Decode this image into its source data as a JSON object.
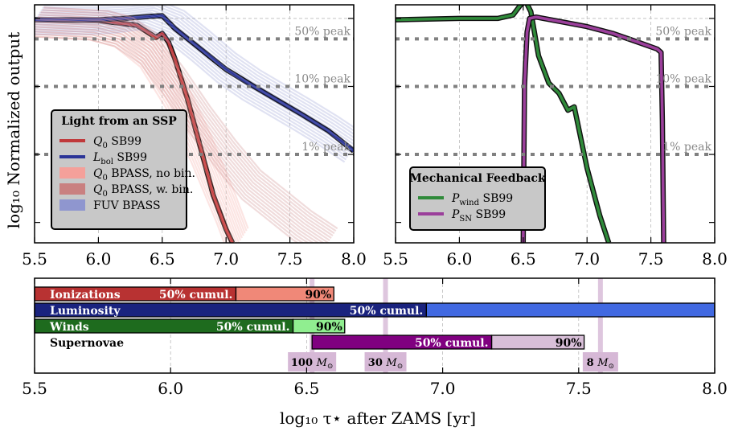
{
  "chart_data": [
    {
      "type": "line",
      "panel": "luminosity",
      "xlim": [
        5.5,
        8.0
      ],
      "ylim": [
        -3.3,
        0.2
      ],
      "ylabel": "log₁₀ Normalized output",
      "x_ticks": [
        "5.5",
        "6.0",
        "6.5",
        "7.0",
        "7.5",
        "8.0"
      ],
      "x_tick_values": [
        5.5,
        6.0,
        6.5,
        7.0,
        7.5,
        8.0
      ],
      "peak_lines": [
        {
          "label": "50% peak",
          "value": -0.301
        },
        {
          "label": "10% peak",
          "value": -1.0
        },
        {
          "label": "1% peak",
          "value": -2.0
        }
      ],
      "legend": {
        "title": "Light from an SSP",
        "entries": [
          {
            "label_main": "Q",
            "label_sub": "0",
            "label_rest": " SB99",
            "color": "#c0393b",
            "style": "line"
          },
          {
            "label_main": "L",
            "label_sub": "bol",
            "label_rest": " SB99",
            "color": "#2b3497",
            "style": "line"
          },
          {
            "label_main": "Q",
            "label_sub": "0",
            "label_rest": " BPASS, no bin.",
            "color": "#f4a09a",
            "style": "patch"
          },
          {
            "label_main": "Q",
            "label_sub": "0",
            "label_rest": " BPASS, w. bin.",
            "color": "#c98080",
            "style": "patch"
          },
          {
            "label_main": "",
            "label_sub": "",
            "label_rest": "FUV BPASS",
            "color": "#8f96cf",
            "style": "patch"
          }
        ]
      },
      "series": [
        {
          "name": "Q0 SB99",
          "color": "#c0393b",
          "x": [
            5.5,
            6.0,
            6.3,
            6.45,
            6.5,
            6.55,
            6.6,
            6.7,
            6.8,
            6.9,
            7.0,
            7.05
          ],
          "y": [
            -0.02,
            -0.03,
            -0.1,
            -0.28,
            -0.22,
            -0.35,
            -0.6,
            -1.2,
            -1.9,
            -2.6,
            -3.1,
            -3.3
          ]
        },
        {
          "name": "Lbol SB99",
          "color": "#2b3497",
          "x": [
            5.5,
            6.0,
            6.2,
            6.4,
            6.5,
            6.6,
            6.8,
            7.0,
            7.2,
            7.4,
            7.6,
            7.8,
            8.0
          ],
          "y": [
            -0.02,
            -0.02,
            0.0,
            0.03,
            0.04,
            -0.15,
            -0.45,
            -0.75,
            -0.98,
            -1.2,
            -1.42,
            -1.65,
            -1.95
          ]
        },
        {
          "name": "Q0 BPASS, no bin.",
          "color": "#f4a09a",
          "x": [
            5.5,
            6.0,
            6.2,
            6.4,
            6.6,
            6.8,
            7.0,
            7.1
          ],
          "y": [
            -0.05,
            -0.1,
            -0.2,
            -0.5,
            -1.1,
            -1.9,
            -2.8,
            -3.3
          ]
        },
        {
          "name": "Q0 BPASS, w. bin.",
          "color": "#c98080",
          "x": [
            5.5,
            6.0,
            6.2,
            6.4,
            6.6,
            6.8,
            7.0,
            7.2,
            7.4,
            7.6,
            7.8
          ],
          "y": [
            -0.05,
            -0.1,
            -0.2,
            -0.45,
            -0.95,
            -1.5,
            -2.0,
            -2.45,
            -2.75,
            -3.05,
            -3.3
          ]
        },
        {
          "name": "FUV BPASS",
          "color": "#8f96cf",
          "x": [
            5.5,
            6.0,
            6.2,
            6.4,
            6.6,
            6.8,
            7.0,
            7.2,
            7.4,
            7.6,
            7.8,
            8.0
          ],
          "y": [
            -0.02,
            -0.02,
            0.0,
            0.05,
            -0.1,
            -0.4,
            -0.72,
            -0.98,
            -1.2,
            -1.42,
            -1.65,
            -1.9
          ]
        }
      ]
    },
    {
      "type": "line",
      "panel": "mechanical",
      "xlim": [
        5.5,
        8.0
      ],
      "ylim": [
        -3.3,
        0.2
      ],
      "x_ticks": [
        "5.5",
        "6.0",
        "6.5",
        "7.0",
        "7.5",
        "8.0"
      ],
      "x_tick_values": [
        5.5,
        6.0,
        6.5,
        7.0,
        7.5,
        8.0
      ],
      "peak_lines": [
        {
          "label": "50% peak",
          "value": -0.301
        },
        {
          "label": "10% peak",
          "value": -1.0
        },
        {
          "label": "1% peak",
          "value": -2.0
        }
      ],
      "legend": {
        "title": "Mechanical Feedback",
        "entries": [
          {
            "label_main": "P",
            "label_sub": "wind",
            "label_rest": " SB99",
            "color": "#2f8a3a",
            "style": "line"
          },
          {
            "label_main": "P",
            "label_sub": "SN",
            "label_rest": " SB99",
            "color": "#9b3f9b",
            "style": "line"
          }
        ]
      },
      "series": [
        {
          "name": "P_wind SB99",
          "color": "#2f8a3a",
          "x": [
            5.5,
            6.0,
            6.3,
            6.42,
            6.48,
            6.52,
            6.56,
            6.62,
            6.7,
            6.78,
            6.85,
            6.9,
            7.0,
            7.1,
            7.17
          ],
          "y": [
            -0.02,
            -0.0,
            0.0,
            0.05,
            0.2,
            0.25,
            0.1,
            -0.55,
            -0.95,
            -1.1,
            -1.35,
            -1.3,
            -2.2,
            -2.9,
            -3.3
          ]
        },
        {
          "name": "P_SN SB99",
          "color": "#9b3f9b",
          "x": [
            6.5,
            6.51,
            6.53,
            6.55,
            6.6,
            6.8,
            7.0,
            7.2,
            7.4,
            7.55,
            7.58,
            7.59,
            7.6
          ],
          "y": [
            -3.3,
            -1.0,
            -0.2,
            0.0,
            0.02,
            -0.05,
            -0.12,
            -0.22,
            -0.35,
            -0.45,
            -0.5,
            -1.5,
            -3.3
          ]
        }
      ]
    },
    {
      "type": "bar",
      "panel": "timeline",
      "xlim": [
        5.5,
        8.0
      ],
      "xlabel": "log₁₀ τ⋆ after ZAMS [yr]",
      "x_ticks": [
        "5.5",
        "6.0",
        "6.5",
        "7.0",
        "7.5",
        "8.0"
      ],
      "x_tick_values": [
        5.5,
        6.0,
        6.5,
        7.0,
        7.5,
        8.0
      ],
      "rows": [
        {
          "name": "Ionizations",
          "start": 5.5,
          "cumul50": 6.24,
          "cumul90": 6.6,
          "dark": "#b83232",
          "light": "#f08878",
          "label50": "50% cumul.",
          "label90": "90%",
          "name_dark": false
        },
        {
          "name": "Luminosity",
          "start": 5.5,
          "cumul50": 6.94,
          "cumul90": 8.0,
          "dark": "#1a237e",
          "light": "#4169e1",
          "label50": "50% cumul.",
          "label90": "",
          "name_dark": false
        },
        {
          "name": "Winds",
          "start": 5.5,
          "cumul50": 6.45,
          "cumul90": 6.64,
          "dark": "#1e6b1e",
          "light": "#90ee90",
          "label50": "50% cumul.",
          "label90": "90%",
          "name_dark": false
        },
        {
          "name": "Supernovae",
          "start": 6.52,
          "cumul50": 7.18,
          "cumul90": 7.52,
          "dark": "#800080",
          "light": "#d8bfd8",
          "label50": "50% cumul.",
          "label90": "90%",
          "name_dark": true
        }
      ],
      "mass_markers": [
        {
          "mass": "100",
          "x": 6.52
        },
        {
          "mass": "30",
          "x": 6.79
        },
        {
          "mass": "8",
          "x": 7.58
        }
      ]
    }
  ]
}
